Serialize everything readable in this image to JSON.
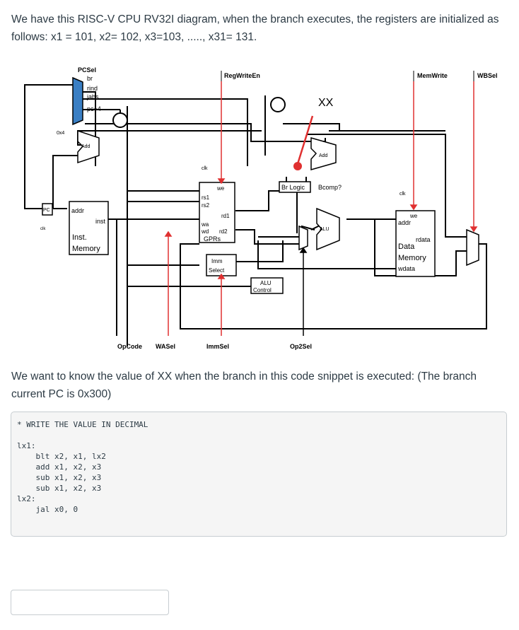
{
  "intro": {
    "line1": "We have this RISC-V CPU RV32I diagram, when the branch executes, the registers are initialized as",
    "line2": "follows: x1 = 101, x2= 102, x3=103, ....., x31= 131."
  },
  "diagram": {
    "pcsel": "PCSel",
    "br": "br",
    "jabs": "jabs",
    "rind": "rind",
    "pc4": "pc+4",
    "regwriteen": "RegWriteEn",
    "memwrite": "MemWrite",
    "wbsel": "WBSel",
    "xx": "XX",
    "ox4": "0x4",
    "add": "Add",
    "add2": "Add",
    "clk": "clk",
    "we": "we",
    "rs1": "rs1",
    "rs2": "rs2",
    "rd1": "rd1",
    "wa": "wa",
    "wd": "wd",
    "rd2": "rd2",
    "gprs": "GPRs",
    "brlogic": "Br Logic",
    "bcomp": "Bcomp?",
    "alu": "ALU",
    "pc": "PC",
    "addr": "addr",
    "inst": "inst",
    "inst_mem": "Inst.",
    "memory": "Memory",
    "imm": "Imm",
    "select": "Select",
    "alu_control1": "ALU",
    "alu_control2": "Control",
    "we2": "we",
    "addr2": "addr",
    "rdata": "rdata",
    "data": "Data",
    "memory2": "Memory",
    "wdata": "wdata",
    "opcode": "OpCode",
    "wasel": "WASel",
    "immsel": "ImmSel",
    "op2sel": "Op2Sel"
  },
  "question": {
    "line1": "We want to know the value of XX when the branch in this code snippet is executed: (The branch",
    "line2": "current PC is 0x300)"
  },
  "code": {
    "text": "* WRITE THE VALUE IN DECIMAL\n\nlx1:\n    blt x2, x1, lx2\n    add x1, x2, x3\n    sub x1, x2, x3\n    sub x1, x2, x3\nlx2:\n    jal x0, 0"
  },
  "answer": {
    "value": "",
    "placeholder": ""
  },
  "colors": {
    "pcsel_mux": "#3a7fc4",
    "signal_arrow": "#e03030",
    "text": "#2d3b45",
    "panel_bg": "#f5f5f5"
  }
}
